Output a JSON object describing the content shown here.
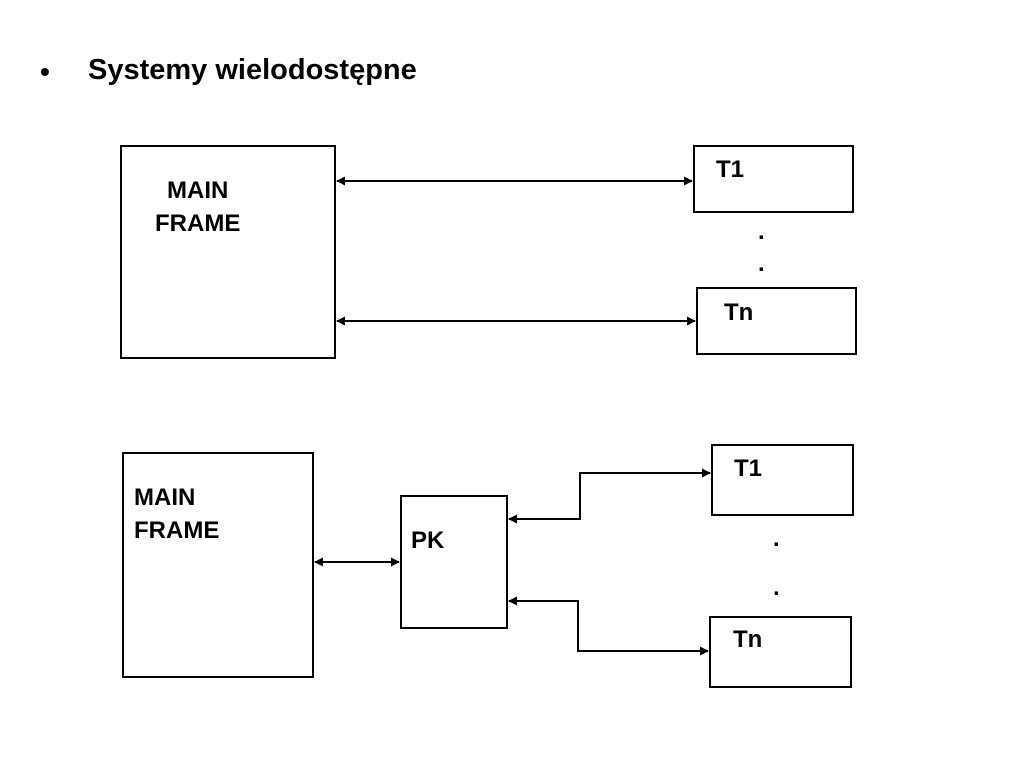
{
  "slide": {
    "bullet": "•",
    "title": "Systemy wielodostępne"
  },
  "diagram1": {
    "mainframe_label": "MAIN\nFRAME",
    "terminal_first": "T1",
    "terminal_last": "Tn",
    "ellipsis_dot": "."
  },
  "diagram2": {
    "mainframe_label": "MAIN\nFRAME",
    "controller_label": "PK",
    "terminal_first": "T1",
    "terminal_last": "Tn",
    "ellipsis_dot": "."
  }
}
